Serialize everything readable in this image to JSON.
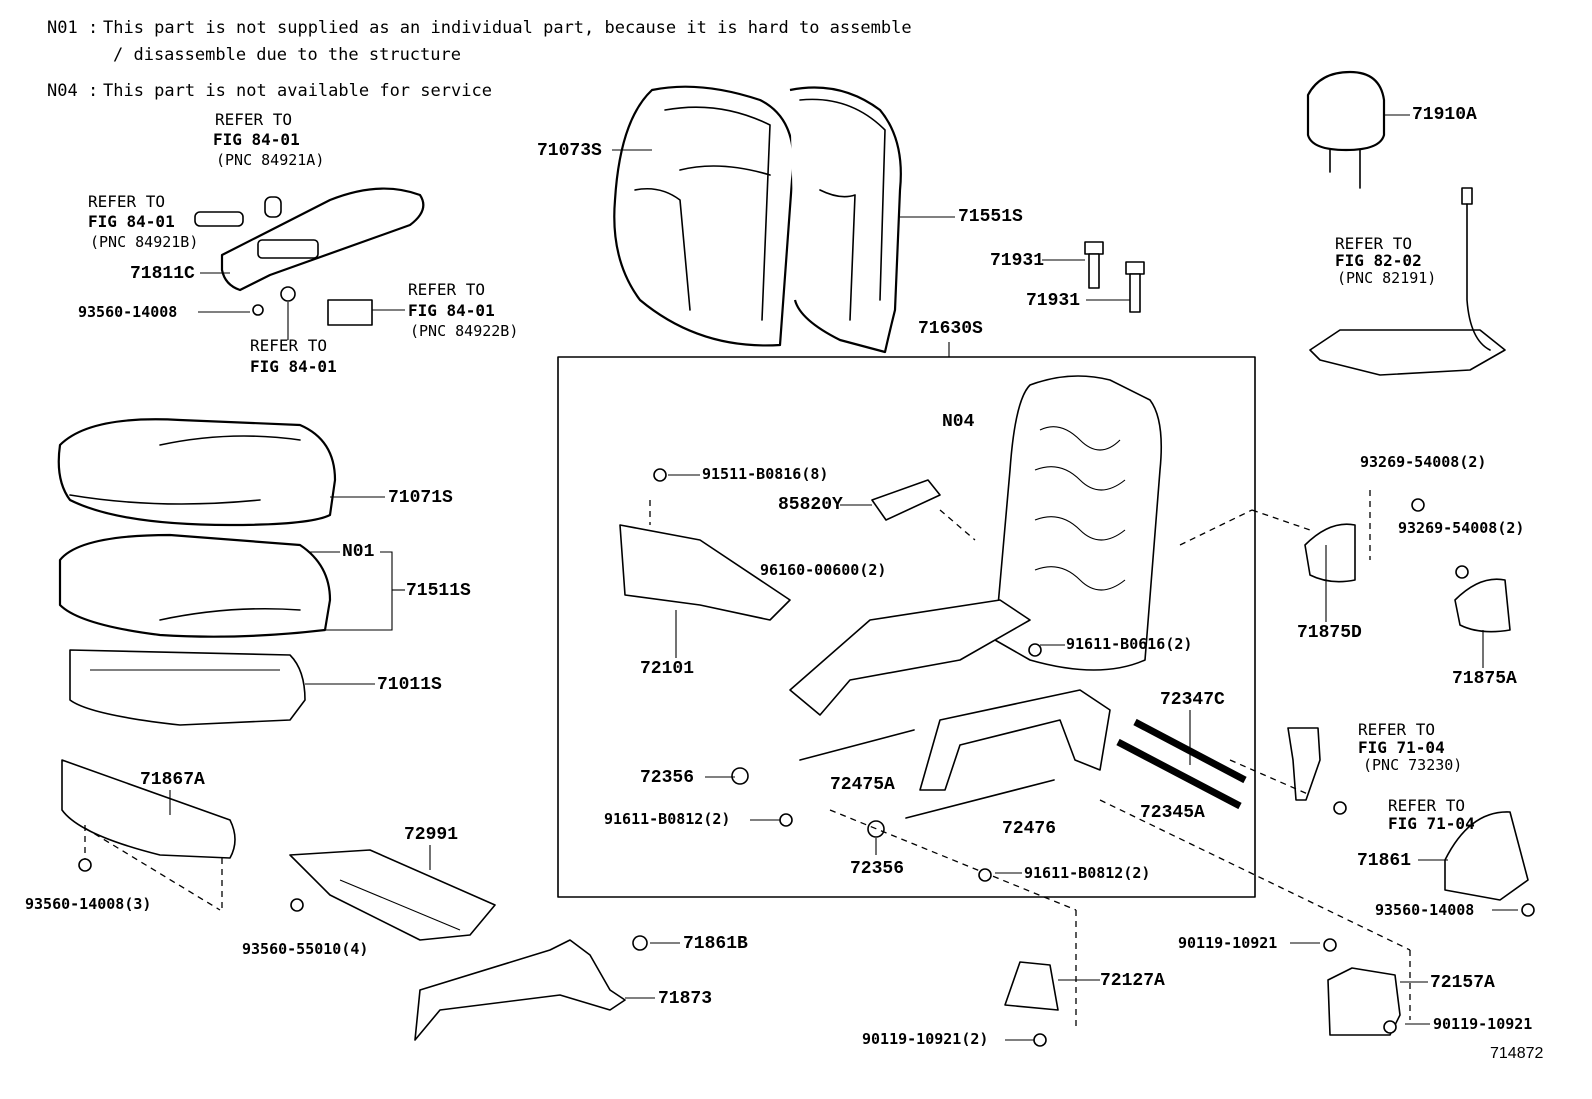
{
  "notes": {
    "n01_code": "N01",
    "n01_line1": "This part is not supplied as an individual part, because it is hard to assemble",
    "n01_line2": "/ disassemble  due to the structure",
    "n04_code": "N04",
    "n04_line": "This part is not available for service"
  },
  "refs": {
    "r1": {
      "line1": "REFER TO",
      "line2": "FIG 84-01",
      "line3": "(PNC 84921A)"
    },
    "r2": {
      "line1": "REFER TO",
      "line2": "FIG 84-01",
      "line3": "(PNC 84921B)"
    },
    "r3": {
      "line1": "REFER TO",
      "line2": "FIG 84-01",
      "line3": "(PNC 84922B)"
    },
    "r4": {
      "line1": "REFER TO",
      "line2": "FIG 84-01"
    },
    "r5": {
      "line1": "REFER TO",
      "line2": "FIG 82-02",
      "line3": "(PNC 82191)"
    },
    "r6": {
      "line1": "REFER TO",
      "line2": "FIG 71-04",
      "line3": "(PNC 73230)"
    },
    "r7": {
      "line1": "REFER TO",
      "line2": "FIG 71-04"
    }
  },
  "parts": {
    "p71073S": "71073S",
    "p71551S": "71551S",
    "p71910A": "71910A",
    "p71931a": "71931",
    "p71931b": "71931",
    "p71811C": "71811C",
    "p93560_14008a": "93560-14008",
    "p71630S": "71630S",
    "pN04": "N04",
    "p71071S": "71071S",
    "pN01": "N01",
    "p71511S": "71511S",
    "p71011S": "71011S",
    "p91511": "91511-B0816(8)",
    "p85820Y": "85820Y",
    "p96160": "96160-00600(2)",
    "p72101": "72101",
    "p91611_b0616": "91611-B0616(2)",
    "p93269a": "93269-54008(2)",
    "p93269b": "93269-54008(2)",
    "p71875D": "71875D",
    "p71875A": "71875A",
    "p72347C": "72347C",
    "p72356a": "72356",
    "p72475A": "72475A",
    "p91611_b0812a": "91611-B0812(2)",
    "p72345A": "72345A",
    "p72476": "72476",
    "p72356b": "72356",
    "p91611_b0812b": "91611-B0812(2)",
    "p71867A": "71867A",
    "p93560_14008_3": "93560-14008(3)",
    "p72991": "72991",
    "p93560_55010": "93560-55010(4)",
    "p71861B": "71861B",
    "p71873": "71873",
    "p72127A": "72127A",
    "p90119_10921_2": "90119-10921(2)",
    "p90119_10921a": "90119-10921",
    "p72157A": "72157A",
    "p90119_10921b": "90119-10921",
    "p71861": "71861",
    "p93560_14008b": "93560-14008"
  },
  "figure_id": "714872"
}
